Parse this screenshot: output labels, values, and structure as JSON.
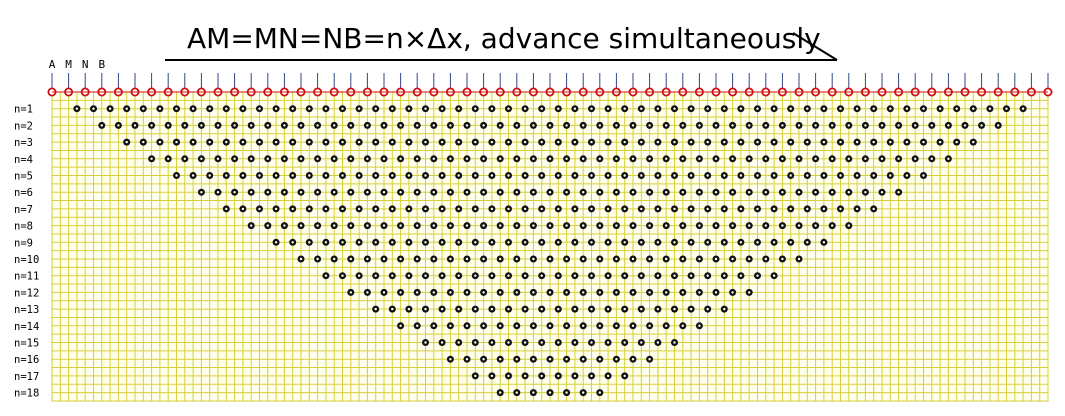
{
  "title": "AM=MN=NB=n×Δx, advance simultaneously",
  "electrode_labels": [
    "A",
    "M",
    "N",
    "B"
  ],
  "electrode_count": 61,
  "levels": [
    {
      "label": "n=1",
      "n": 1,
      "points": 58
    },
    {
      "label": "n=2",
      "n": 2,
      "points": 55
    },
    {
      "label": "n=3",
      "n": 3,
      "points": 52
    },
    {
      "label": "n=4",
      "n": 4,
      "points": 49
    },
    {
      "label": "n=5",
      "n": 5,
      "points": 46
    },
    {
      "label": "n=6",
      "n": 6,
      "points": 43
    },
    {
      "label": "n=7",
      "n": 7,
      "points": 40
    },
    {
      "label": "n=8",
      "n": 8,
      "points": 37
    },
    {
      "label": "n=9",
      "n": 9,
      "points": 34
    },
    {
      "label": "n=10",
      "n": 10,
      "points": 31
    },
    {
      "label": "n=11",
      "n": 11,
      "points": 28
    },
    {
      "label": "n=12",
      "n": 12,
      "points": 25
    },
    {
      "label": "n=13",
      "n": 13,
      "points": 22
    },
    {
      "label": "n=14",
      "n": 14,
      "points": 19
    },
    {
      "label": "n=15",
      "n": 15,
      "points": 16
    },
    {
      "label": "n=16",
      "n": 16,
      "points": 13
    },
    {
      "label": "n=17",
      "n": 17,
      "points": 10
    },
    {
      "label": "n=18",
      "n": 18,
      "points": 7
    }
  ],
  "colors": {
    "grid": "#d8cf3a",
    "grid_background": "#ffffee",
    "electrode": "#cc1111",
    "electrode_line": "#334488",
    "data_point": "#111111",
    "text": "#000000"
  }
}
